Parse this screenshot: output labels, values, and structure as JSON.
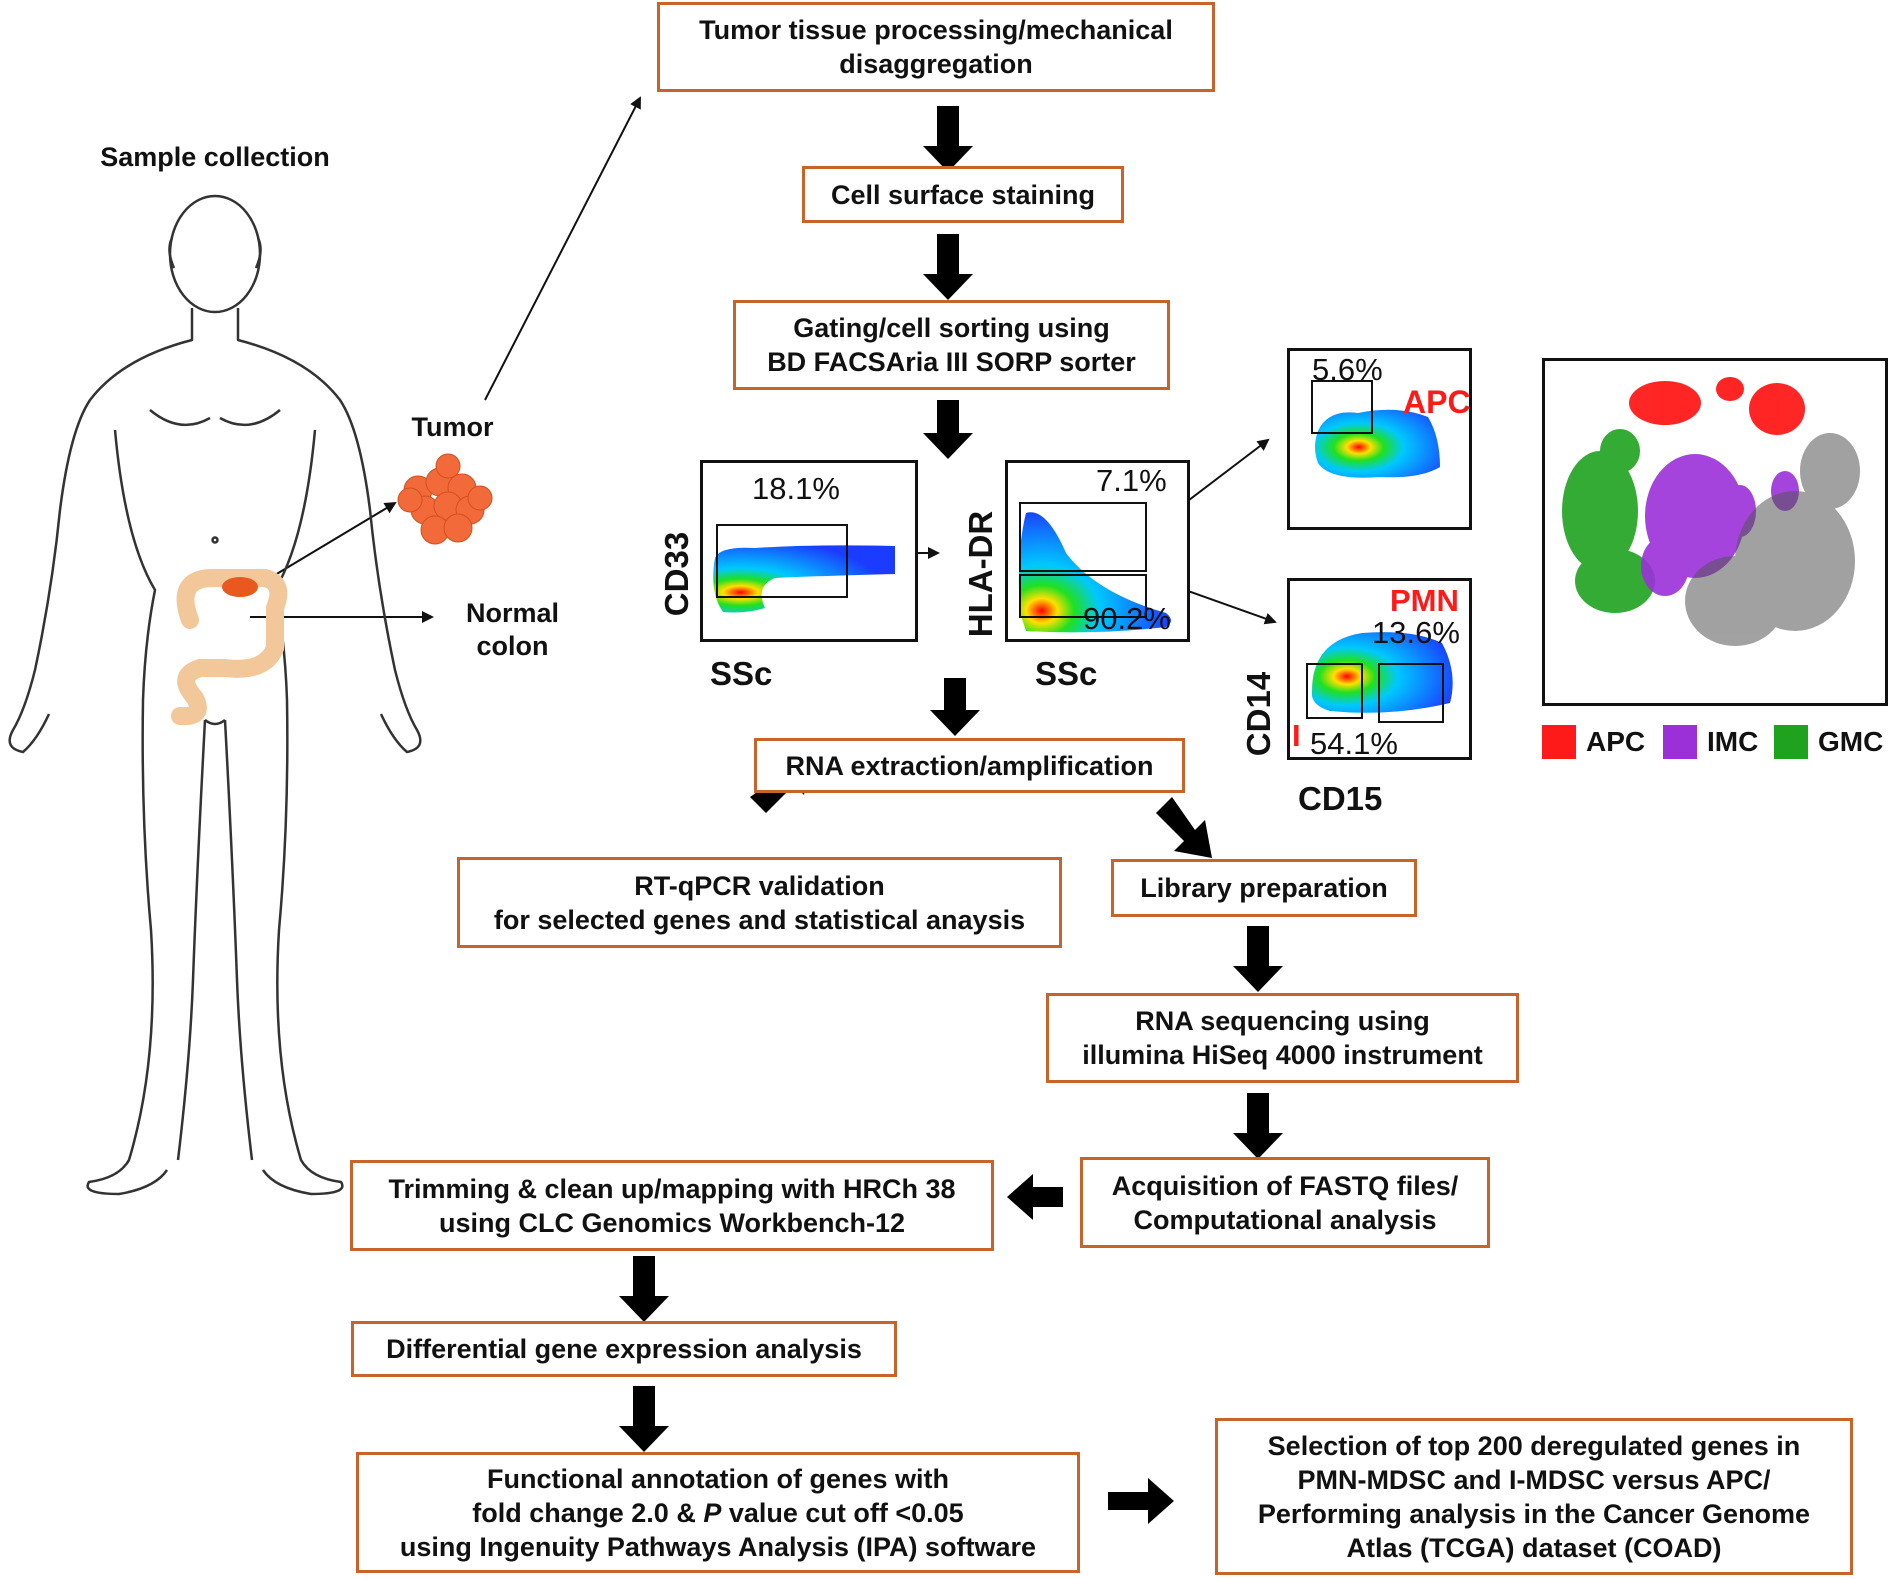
{
  "sample": {
    "title": "Sample collection",
    "tumor": "Tumor",
    "normal_line1": "Normal",
    "normal_line2": "colon"
  },
  "steps": {
    "tumor_processing": [
      "Tumor tissue processing/mechanical",
      "disaggregation"
    ],
    "staining": [
      "Cell surface staining"
    ],
    "gating": [
      "Gating/cell sorting using",
      "BD FACSAria III SORP sorter"
    ],
    "rna_extraction": [
      "RNA extraction/amplification"
    ],
    "rt_qpcr": [
      "RT-qPCR validation",
      "for selected genes and statistical anaysis"
    ],
    "library": [
      "Library preparation"
    ],
    "sequencing": [
      "RNA sequencing using",
      "illumina HiSeq 4000 instrument"
    ],
    "fastq": [
      "Acquisition of FASTQ files/",
      "Computational analysis"
    ],
    "trimming": [
      "Trimming & clean up/mapping with HRCh 38",
      "using CLC Genomics Workbench-12"
    ],
    "dge": [
      "Differential gene expression analysis"
    ],
    "functional": [
      "Functional annotation of genes with",
      "fold change 2.0 & P value cut off <0.05",
      "using Ingenuity Pathways Analysis (IPA) software"
    ],
    "selection": [
      "Selection of top 200 deregulated genes in",
      "PMN-MDSC and I-MDSC versus APC/",
      "Performing analysis in the Cancer Genome",
      "Atlas (TCGA) dataset (COAD)"
    ]
  },
  "flow_plots": {
    "plot1": {
      "y_axis": "CD33",
      "x_axis": "SSc",
      "gate_pct": "18.1%"
    },
    "plot2": {
      "y_axis": "HLA-DR",
      "x_axis": "SSc",
      "gate_high_pct": "7.1%",
      "gate_low_pct": "90.2%"
    },
    "plot3": {
      "gate_pct": "5.6%",
      "population": "APC"
    },
    "plot4": {
      "y_axis": "CD14",
      "x_axis": "CD15",
      "population": "PMN",
      "gate_right_pct": "13.6%",
      "gate_left_pct": "54.1%",
      "left_marker": "I"
    }
  },
  "tsne": {
    "legend": [
      {
        "label": "APC",
        "color": "#ff1a1a"
      },
      {
        "label": "IMC",
        "color": "#9b30d9"
      },
      {
        "label": "GMC",
        "color": "#1fa31f"
      }
    ]
  },
  "colors": {
    "box_border": "#c8642a",
    "tumor": "#f26a3a",
    "colon": "#f2c89a",
    "highlight_red": "#ff1a1a"
  }
}
